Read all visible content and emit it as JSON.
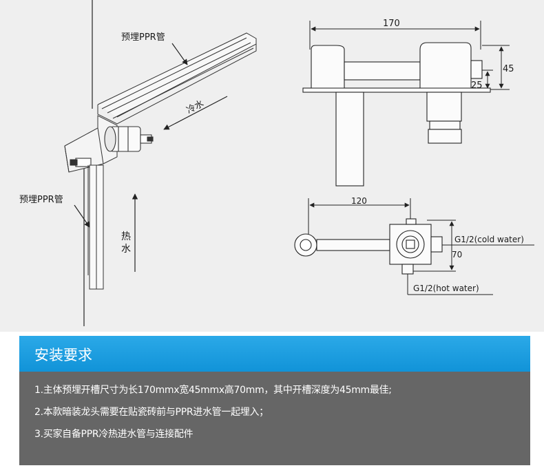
{
  "labels": {
    "embedded_pipe_top": "预埋PPR管",
    "embedded_pipe_left": "预埋PPR管",
    "cold_water": "冷水",
    "hot_water": "热水",
    "dim_width": "170",
    "dim_height": "45",
    "dim_depth": "25",
    "dim_spout": "120",
    "dim_body": "70",
    "cold_inlet": "G1/2(cold water)",
    "hot_inlet": "G1/2(hot water)"
  },
  "requirements": {
    "title": "安装要求",
    "items": [
      "1.主体预埋开槽尺寸为长170mmx宽45mmx高70mm，其中开槽深度为45mm最佳;",
      "2.本款暗装龙头需要在贴瓷砖前与PPR进水管一起埋入；",
      "3.买家自备PPR冷热进水管与连接配件"
    ]
  },
  "colors": {
    "panel_bg": "#efefef",
    "header_blue": "#1a9ee0",
    "info_bg": "#666666"
  }
}
